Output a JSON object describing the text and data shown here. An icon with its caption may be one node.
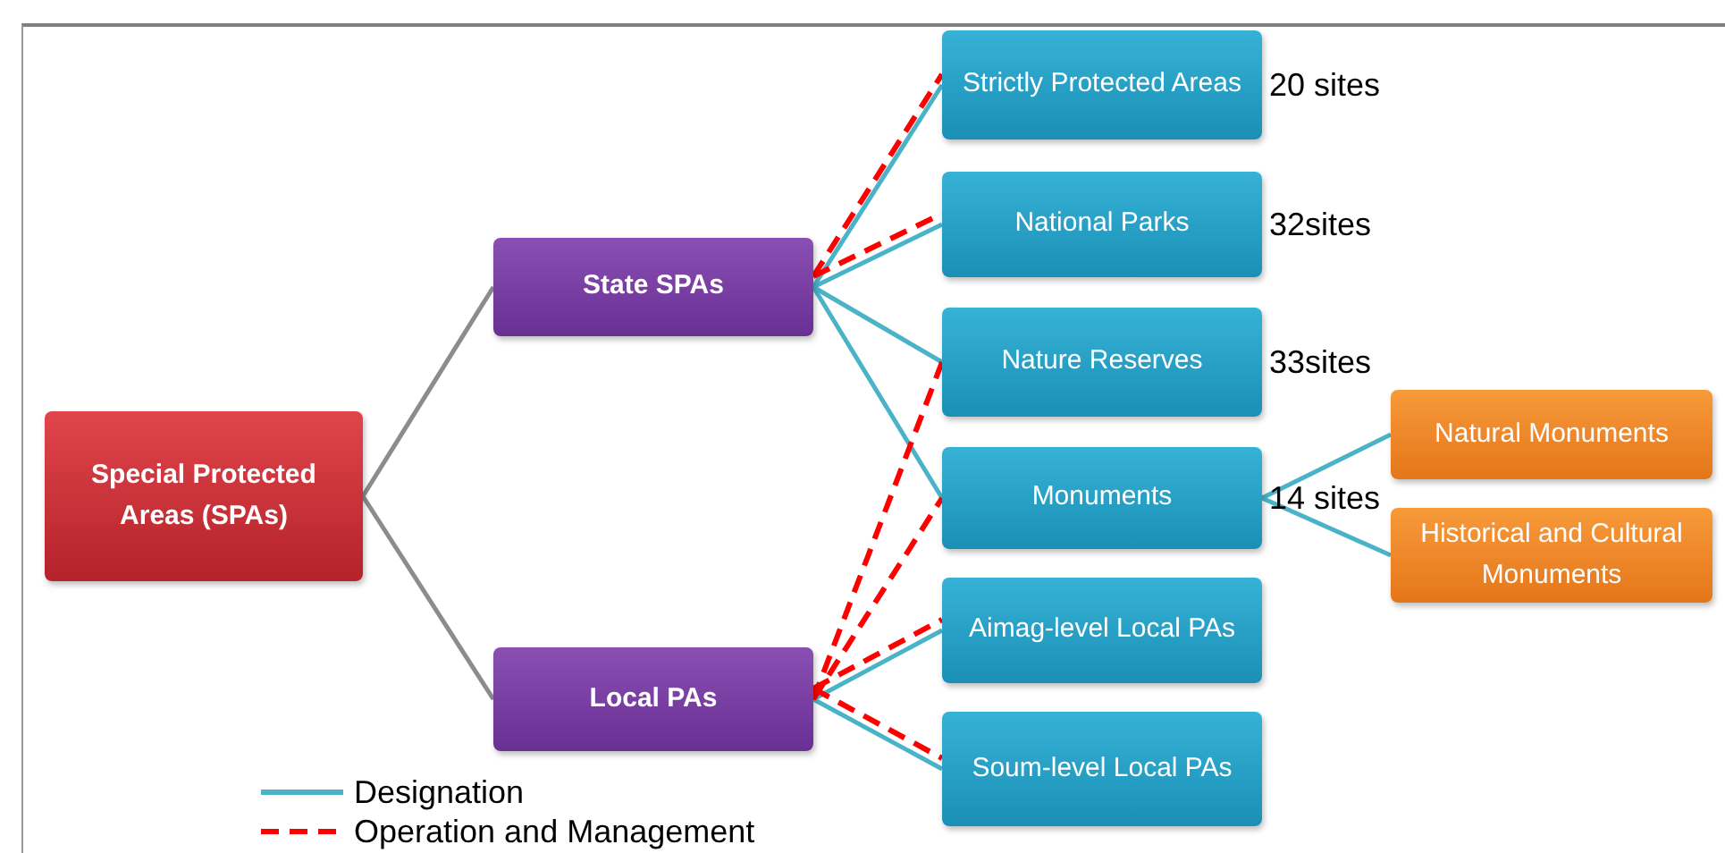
{
  "diagram": {
    "nodes": [
      {
        "text": [
          "Special Protected Areas (SPAs)"
        ]
      },
      {
        "text": [
          "State SPAs"
        ]
      },
      {
        "text": [
          "Local PAs"
        ]
      },
      {
        "text": [
          "Strictly Protected Areas"
        ],
        "beside": [
          "20 sites"
        ]
      },
      {
        "text": [
          "National Parks"
        ],
        "beside": [
          "32sites"
        ]
      },
      {
        "text": [
          "Nature Reserves"
        ],
        "beside": [
          "33sites"
        ]
      },
      {
        "text": [
          "Monuments"
        ],
        "beside": [
          "14 sites"
        ]
      },
      {
        "text": [
          "Aimag-level Local PAs"
        ]
      },
      {
        "text": [
          "Soum-level Local PAs"
        ]
      },
      {
        "text": [
          "Natural Monuments"
        ]
      },
      {
        "text": [
          "Historical and Cultural Monuments"
        ]
      }
    ],
    "edges": [
      {
        "from": 0,
        "to": 1,
        "arrow": "none",
        "color": "#8c8c8c"
      },
      {
        "from": 0,
        "to": 2,
        "arrow": "none",
        "color": "#8c8c8c"
      },
      {
        "from": 1,
        "to": 3,
        "arrow": "none"
      },
      {
        "from": 1,
        "to": 4,
        "arrow": "none"
      },
      {
        "from": 1,
        "to": 5,
        "arrow": "none"
      },
      {
        "from": 1,
        "to": 6,
        "arrow": "none"
      },
      {
        "from": 6,
        "to": 9,
        "arrow": "none"
      },
      {
        "from": 6,
        "to": 10,
        "arrow": "none"
      },
      {
        "from": 2,
        "to": 7,
        "arrow": "none"
      },
      {
        "from": 2,
        "to": 8,
        "arrow": "none"
      },
      {
        "from": 1,
        "to": 3,
        "arrow": "none",
        "style": "dashed",
        "color": "#ff0000"
      },
      {
        "from": 1,
        "to": 4,
        "arrow": "none",
        "style": "dashed",
        "color": "#ff0000"
      },
      {
        "from": 2,
        "to": 5,
        "arrow": "none",
        "style": "dashed",
        "color": "#ff0000"
      },
      {
        "from": 2,
        "to": 6,
        "arrow": "none",
        "style": "dashed",
        "color": "#ff0000"
      },
      {
        "from": 2,
        "to": 7,
        "arrow": "none",
        "style": "dashed",
        "color": "#ff0000"
      },
      {
        "from": 2,
        "to": 8,
        "arrow": "none",
        "style": "dashed",
        "color": "#ff0000"
      }
    ],
    "legend": [
      {
        "text": "Designation"
      },
      {
        "text": "Operation and Management"
      }
    ]
  }
}
